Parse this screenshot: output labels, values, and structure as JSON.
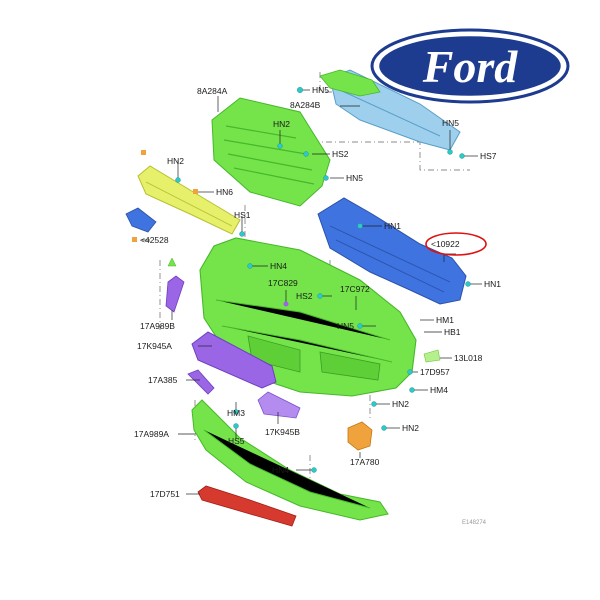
{
  "brand": {
    "logo_text": "Ford",
    "logo_bg": "#1d3b8f",
    "logo_ring": "#ffffff"
  },
  "colors": {
    "part_green": "#74e44a",
    "part_green_dark": "#46b82a",
    "part_yellow": "#e6f06a",
    "part_blue": "#3f73e0",
    "part_lightblue": "#9ed0ee",
    "part_purple": "#9a66e6",
    "part_red": "#d63a2e",
    "part_orange": "#f0a23c",
    "fastener": "#31c7c7",
    "callout_ring": "#e01010"
  },
  "parts": {
    "upper_grille": "8A284A",
    "grille_bracket": "8A284B",
    "hn5_top": "HN5",
    "hn2_top": "HN2",
    "hs2_top": "HS2",
    "hn5_mid": "HN5",
    "hn5_right": "HN5",
    "hs7": "HS7",
    "hn2_left": "HN2",
    "hn6": "HN6",
    "hs1": "HS1",
    "part_42528": "<42528",
    "hn1_upper": "HN1",
    "reinforcement": "<10922",
    "hn1_lower": "HN1",
    "hn4_upper": "HN4",
    "part_17c829": "17C829",
    "hs2_mid": "HS2",
    "part_17c972": "17C972",
    "hm1": "HM1",
    "hb1": "HB1",
    "hn5_lower": "HN5",
    "part_13l018": "13L018",
    "part_17d957": "17D957",
    "hm4": "HM4",
    "hn2_right_mid": "HN2",
    "hn2_right_low": "HN2",
    "part_17a989b": "17A989B",
    "part_17k945a": "17K945A",
    "part_17a385": "17A385",
    "hm3": "HM3",
    "part_17k945b": "17K945B",
    "part_17a989a": "17A989A",
    "hs5": "HS5",
    "part_17a780": "17A780",
    "hn4_lower": "HN4",
    "part_17d751": "17D751"
  },
  "page_mark": "E148274"
}
